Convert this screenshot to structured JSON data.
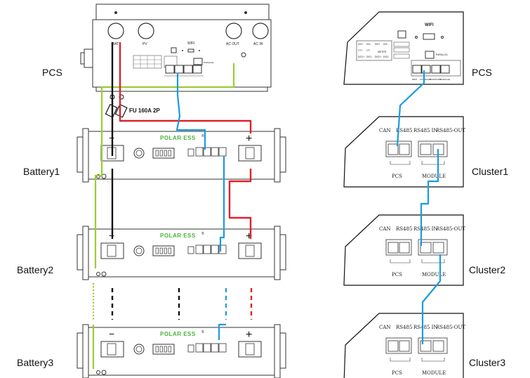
{
  "labels": {
    "pcs_left": "PCS",
    "pcs_right": "PCS",
    "battery1": "Battery1",
    "battery2": "Battery2",
    "battery3": "Battery3",
    "cluster1": "Cluster1",
    "cluster2": "Cluster2",
    "cluster3": "Cluster3"
  },
  "inverter": {
    "bat": "BAT",
    "pv": "PV",
    "wifi": "WIFI",
    "ac_out": "AC OUT",
    "ac_in": "AC  IN",
    "parallel": "PARALLEL"
  },
  "fuse": {
    "label": "FU 160A 2P"
  },
  "battery": {
    "brand": "POLAR ESS",
    "trademark": "®",
    "minus": "−",
    "plus": "+"
  },
  "pcs_detail": {
    "wifi": "WIFI",
    "ports": [
      "DRM",
      "CAN/RS485",
      "CAN/RS485",
      "PARALLEL"
    ],
    "parallel": "PARALLEL",
    "meter": "METER",
    "io_left": [
      "DI1+",
      "CT+",
      "DO1+"
    ],
    "io_mid": [
      "DI1-",
      "CT-",
      "DO1-"
    ],
    "io_right": [
      "DI2+",
      "",
      "DO2+"
    ],
    "io_far": [
      "DI2-",
      "",
      "DO2-"
    ]
  },
  "cluster_detail": {
    "can": "CAN",
    "rs485": "RS485",
    "rs485_in": "RS485 IN",
    "rs485_out": "RS485-OUT",
    "pcs": "PCS",
    "module": "MODULE"
  },
  "colors": {
    "red": "#e0202a",
    "black": "#111111",
    "blue": "#1a9be0",
    "green": "#9acd32"
  }
}
